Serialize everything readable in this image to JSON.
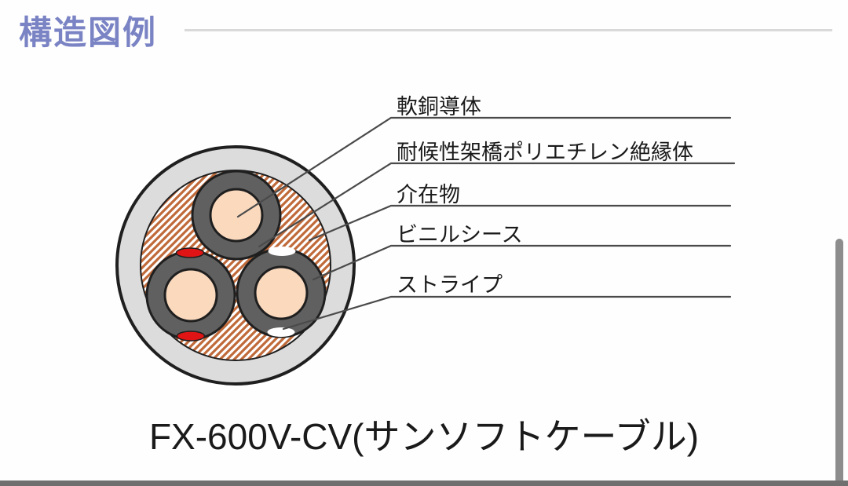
{
  "page": {
    "title": "構造図例",
    "caption": "FX-600V-CV(サンソフトケーブル)"
  },
  "diagram": {
    "type": "cable-cross-section",
    "labels": [
      {
        "part": "conductor",
        "text": "軟銅導体"
      },
      {
        "part": "insulation",
        "text": "耐候性架橋ポリエチレン絶縁体"
      },
      {
        "part": "filler",
        "text": "介在物"
      },
      {
        "part": "sheath",
        "text": "ビニルシース"
      },
      {
        "part": "stripe",
        "text": "ストライプ"
      }
    ],
    "cores": 3,
    "stripe_colors_shown": [
      "red",
      "white"
    ]
  },
  "colors": {
    "title": "#7a83c4",
    "divider": "#d9d9d9",
    "text": "#1a1a1a",
    "leader_line": "#4a4a4a",
    "sheath_fill": "#dcdcdc",
    "insulation_fill": "#606060",
    "conductor_fill": "#fad9bd",
    "filler_hatch": "#c06a3a",
    "stripe_red": "#e01414",
    "stripe_white": "#ffffff",
    "outline": "#1f1f1f",
    "scrollbar": "#8d8d8d",
    "bottom_bar": "#6f6f6f"
  }
}
